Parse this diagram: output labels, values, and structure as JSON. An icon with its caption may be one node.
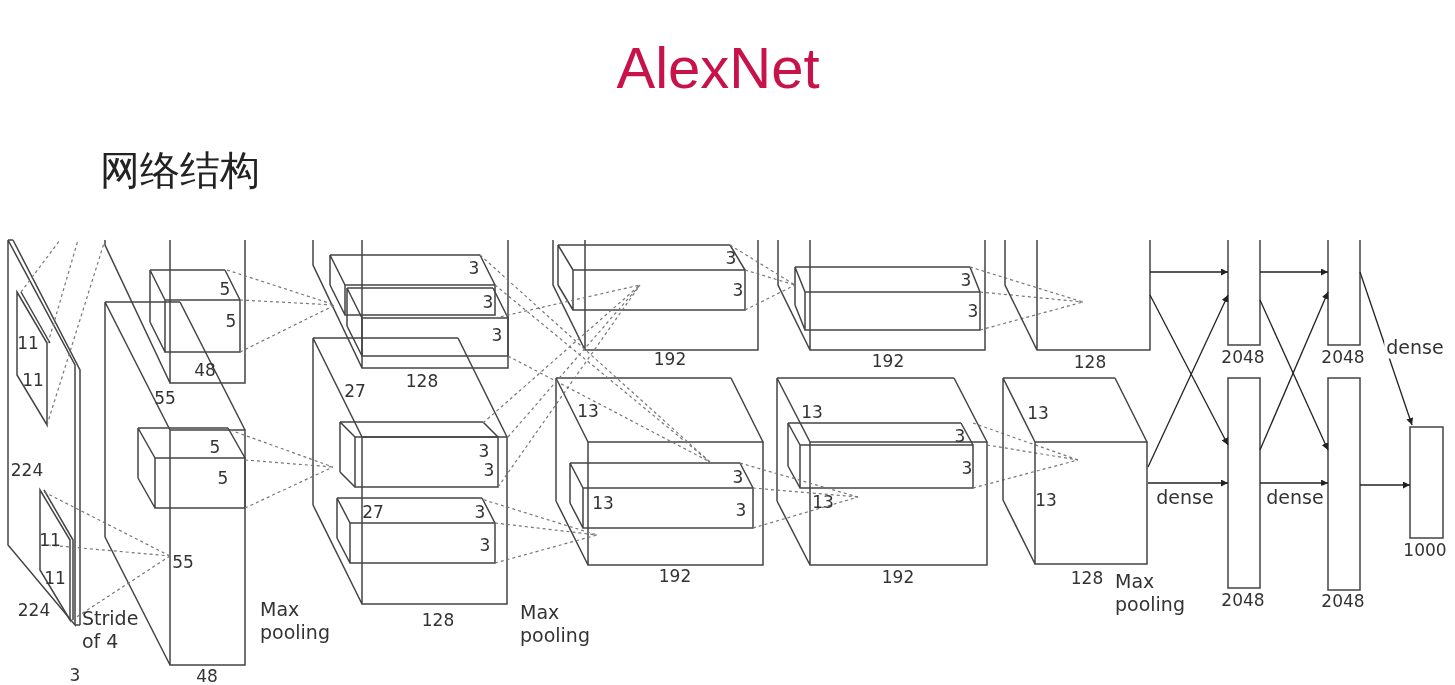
{
  "diagram": {
    "title": "AlexNet",
    "nodes": [
      {
        "text": [],
        "shape": "box",
        "beside": [
          "128"
        ]
      },
      {
        "text": [
          "13",
          "13"
        ],
        "beside": [
          "128"
        ]
      },
      {
        "text": [],
        "shape": "bar",
        "beside": [
          "2048"
        ]
      },
      {
        "text": [],
        "shape": "bar",
        "beside": [
          "2048"
        ]
      },
      {
        "text": [],
        "shape": "bar",
        "beside": [
          "2048"
        ]
      },
      {
        "text": [],
        "shape": "bar",
        "beside": [
          "2048"
        ]
      },
      {
        "text": [],
        "shape": "bar",
        "beside": [
          "1000"
        ]
      }
    ],
    "edges": [
      {
        "from": 0,
        "to": 2,
        "arrow": "to"
      },
      {
        "from": 0,
        "to": 3,
        "arrow": "to"
      },
      {
        "from": 1,
        "to": 2,
        "arrow": "to"
      },
      {
        "from": 1,
        "to": 3,
        "arrow": "to",
        "label": "dense"
      },
      {
        "from": 2,
        "to": 4,
        "arrow": "to"
      },
      {
        "from": 2,
        "to": 5,
        "arrow": "to"
      },
      {
        "from": 3,
        "to": 4,
        "arrow": "to"
      },
      {
        "from": 3,
        "to": 5,
        "arrow": "to",
        "label": "dense"
      },
      {
        "from": 4,
        "to": 6,
        "arrow": "to",
        "label": "dense"
      },
      {
        "from": 5,
        "to": 6,
        "arrow": "to"
      }
    ],
    "labels": [
      "网络结构",
      "11",
      "11",
      "224",
      "11",
      "11",
      "224",
      "Stride of 4",
      "3",
      "5",
      "5",
      "48",
      "55",
      "5",
      "5",
      "55",
      "48",
      "Max pooling",
      "3",
      "3",
      "3",
      "128",
      "27",
      "3",
      "3",
      "27",
      "3",
      "3",
      "128",
      "Max pooling",
      "3",
      "3",
      "192",
      "13",
      "13",
      "3",
      "3",
      "192",
      "3",
      "3",
      "192",
      "13",
      "3",
      "3",
      "13",
      "192",
      "Max pooling"
    ]
  }
}
